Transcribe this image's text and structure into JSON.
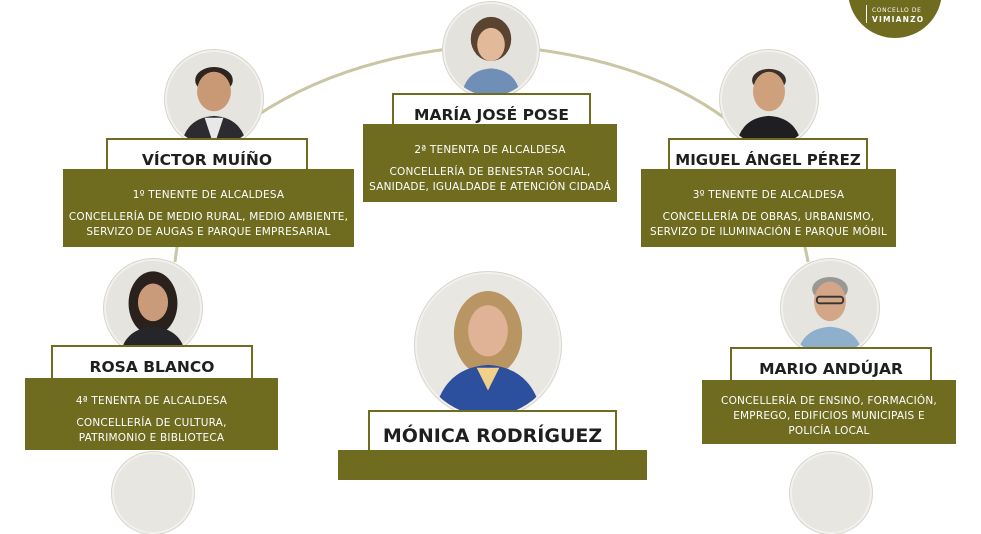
{
  "logo": {
    "line1": "CONCELLO DE",
    "line2": "VIMIANZO"
  },
  "colors": {
    "olive": "#6f6b1f",
    "arc": "#c9c6a4",
    "white": "#ffffff"
  },
  "members": [
    {
      "name": "MARÍA JOSÉ POSE",
      "role": "2ª TENENTA DE ALCALDESA",
      "duties": [
        "CONCELLERÍA DE BENESTAR SOCIAL,",
        "SANIDADE, IGUALDADE E ATENCIÓN CIDADÁ"
      ]
    },
    {
      "name": "VÍCTOR MUÍÑO",
      "role": "1º TENENTE DE ALCALDESA",
      "duties": [
        "CONCELLERÍA DE MEDIO RURAL, MEDIO AMBIENTE,",
        "SERVIZO DE AUGAS E PARQUE EMPRESARIAL"
      ]
    },
    {
      "name": "MIGUEL ÁNGEL PÉREZ",
      "role": "3º TENENTE DE ALCALDESA",
      "duties": [
        "CONCELLERÍA DE OBRAS, URBANISMO,",
        "SERVIZO DE ILUMINACIÓN E PARQUE MÓBIL"
      ]
    },
    {
      "name": "ROSA BLANCO",
      "role": "4ª TENENTA DE ALCALDESA",
      "duties": [
        "CONCELLERÍA DE CULTURA,",
        "PATRIMONIO E BIBLIOTECA"
      ]
    },
    {
      "name": "MARIO ANDÚJAR",
      "duties": [
        "CONCELLERÍA DE ENSINO, FORMACIÓN,",
        "EMPREGO, EDIFICIOS MUNICIPAIS E",
        "POLICÍA LOCAL"
      ]
    },
    {
      "name": "MÓNICA RODRÍGUEZ"
    }
  ]
}
